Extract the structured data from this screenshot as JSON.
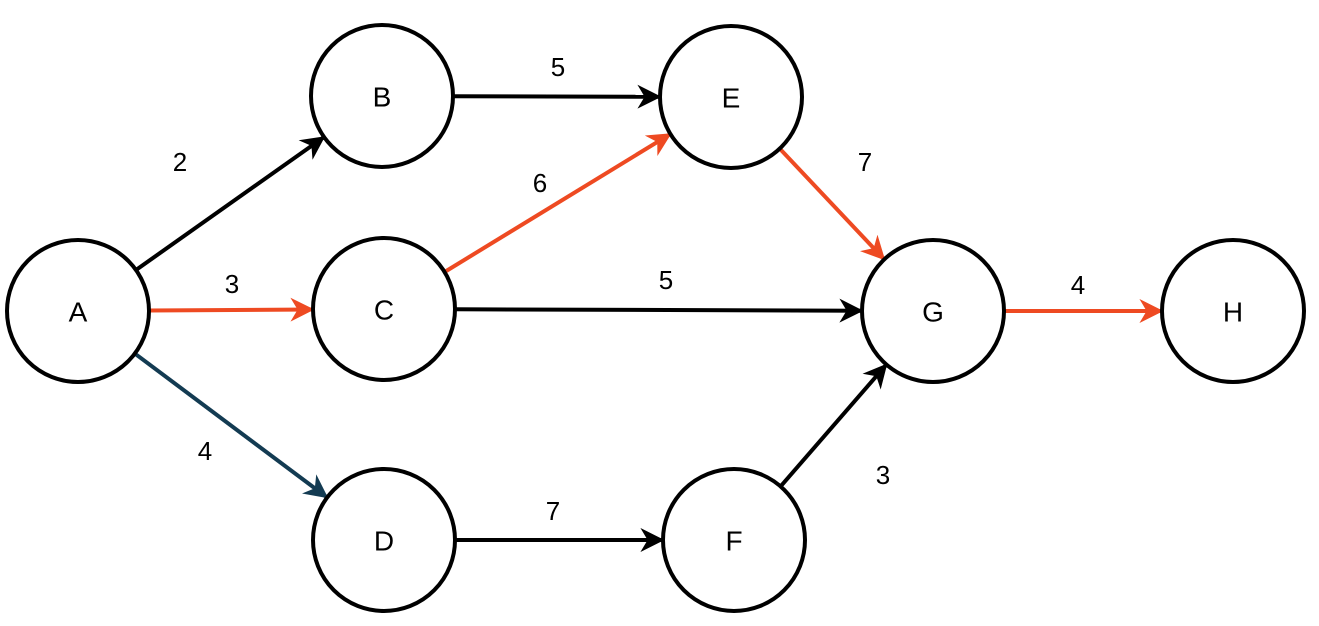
{
  "colors": {
    "default_edge": "#000000",
    "highlight_edge": "#ee4a22",
    "alt_edge": "#133b52",
    "node_stroke": "#000000",
    "background": "#ffffff"
  },
  "nodes": [
    {
      "id": "A",
      "label": "A"
    },
    {
      "id": "B",
      "label": "B"
    },
    {
      "id": "C",
      "label": "C"
    },
    {
      "id": "D",
      "label": "D"
    },
    {
      "id": "E",
      "label": "E"
    },
    {
      "id": "F",
      "label": "F"
    },
    {
      "id": "G",
      "label": "G"
    },
    {
      "id": "H",
      "label": "H"
    }
  ],
  "edges": [
    {
      "id": "A-B",
      "from": "A",
      "to": "B",
      "weight": "2",
      "color": "default_edge"
    },
    {
      "id": "A-C",
      "from": "A",
      "to": "C",
      "weight": "3",
      "color": "highlight_edge"
    },
    {
      "id": "A-D",
      "from": "A",
      "to": "D",
      "weight": "4",
      "color": "alt_edge"
    },
    {
      "id": "B-E",
      "from": "B",
      "to": "E",
      "weight": "5",
      "color": "default_edge"
    },
    {
      "id": "C-E",
      "from": "C",
      "to": "E",
      "weight": "6",
      "color": "highlight_edge"
    },
    {
      "id": "C-G",
      "from": "C",
      "to": "G",
      "weight": "5",
      "color": "default_edge"
    },
    {
      "id": "D-F",
      "from": "D",
      "to": "F",
      "weight": "7",
      "color": "default_edge"
    },
    {
      "id": "E-G",
      "from": "E",
      "to": "G",
      "weight": "7",
      "color": "highlight_edge"
    },
    {
      "id": "F-G",
      "from": "F",
      "to": "G",
      "weight": "3",
      "color": "default_edge"
    },
    {
      "id": "G-H",
      "from": "G",
      "to": "H",
      "weight": "4",
      "color": "highlight_edge"
    }
  ]
}
